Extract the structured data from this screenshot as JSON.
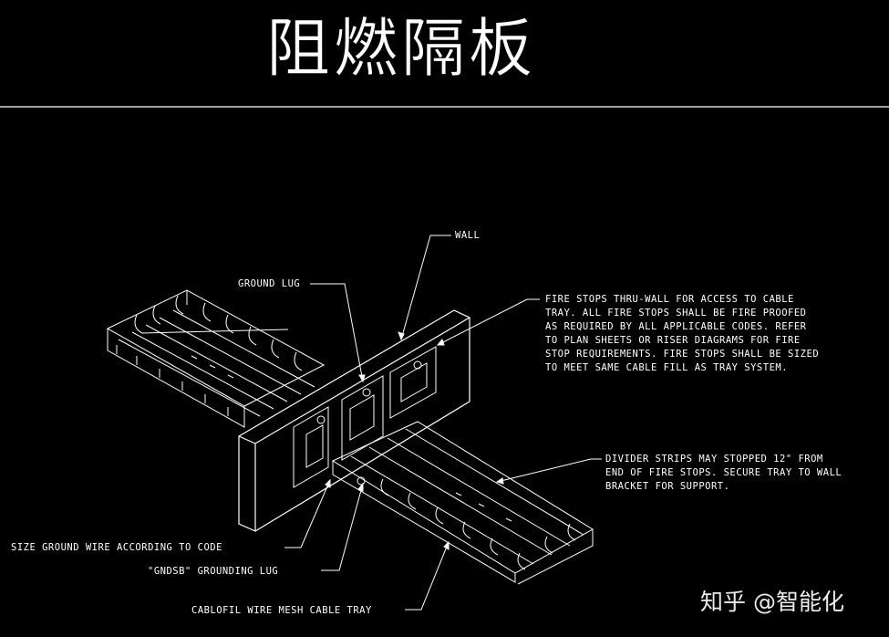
{
  "title": "阻燃隔板",
  "labels": {
    "wall": "WALL",
    "ground_lug": "GROUND LUG",
    "fire_stops": "FIRE STOPS THRU-WALL FOR ACCESS TO CABLE\nTRAY. ALL FIRE STOPS SHALL BE FIRE PROOFED\nAS REQUIRED BY ALL APPLICABLE CODES. REFER\nTO PLAN SHEETS OR RISER DIAGRAMS FOR FIRE\nSTOP REQUIREMENTS. FIRE STOPS SHALL BE SIZED\nTO MEET SAME CABLE FILL AS TRAY SYSTEM.",
    "divider": "DIVIDER STRIPS MAY STOPPED 12\" FROM\nEND OF FIRE STOPS. SECURE TRAY TO WALL\nBRACKET FOR SUPPORT.",
    "ground_wire": "SIZE GROUND WIRE ACCORDING TO CODE",
    "gndsb": "\"GNDSB\" GROUNDING LUG",
    "cablofil": "CABLOFIL WIRE MESH CABLE TRAY"
  },
  "watermark": "知乎 @智能化",
  "colors": {
    "background": "#000000",
    "lines": "#ffffff"
  }
}
